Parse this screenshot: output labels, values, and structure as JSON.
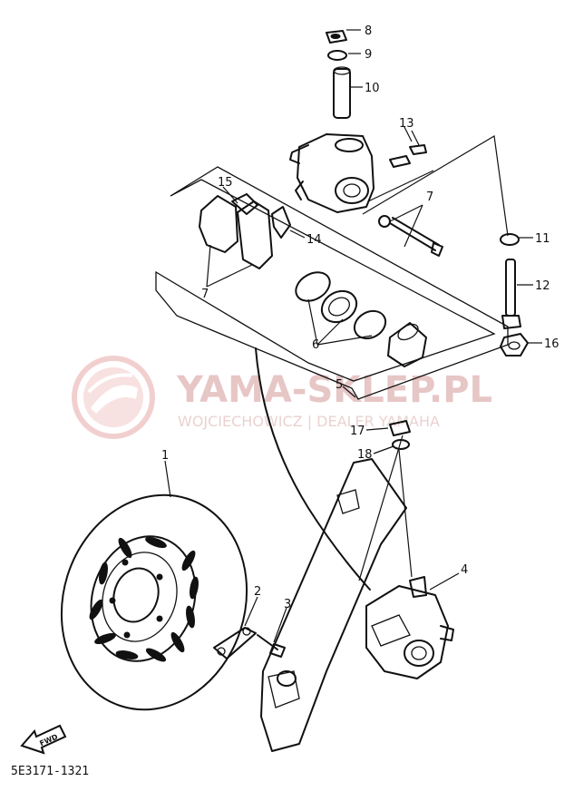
{
  "watermark": {
    "title": "YAMA-SKLEP.PL",
    "subtitle": "WOJCIECHOWICZ | DEALER YAMAHA",
    "logo_color": "#e9a9a9"
  },
  "callouts": [
    {
      "id": "1",
      "text": "1"
    },
    {
      "id": "2",
      "text": "2"
    },
    {
      "id": "3",
      "text": "3"
    },
    {
      "id": "4",
      "text": "4"
    },
    {
      "id": "5",
      "text": "5"
    },
    {
      "id": "6",
      "text": "6"
    },
    {
      "id": "7a",
      "text": "7"
    },
    {
      "id": "7b",
      "text": "7"
    },
    {
      "id": "8",
      "text": "8"
    },
    {
      "id": "9",
      "text": "9"
    },
    {
      "id": "10",
      "text": "10"
    },
    {
      "id": "11",
      "text": "11"
    },
    {
      "id": "12",
      "text": "12"
    },
    {
      "id": "13",
      "text": "13"
    },
    {
      "id": "14",
      "text": "14"
    },
    {
      "id": "15",
      "text": "15"
    },
    {
      "id": "16",
      "text": "16"
    },
    {
      "id": "17",
      "text": "17"
    },
    {
      "id": "18",
      "text": "18"
    }
  ],
  "front_arrow_label": "FWD",
  "diagram_code": "5E3171-1321"
}
